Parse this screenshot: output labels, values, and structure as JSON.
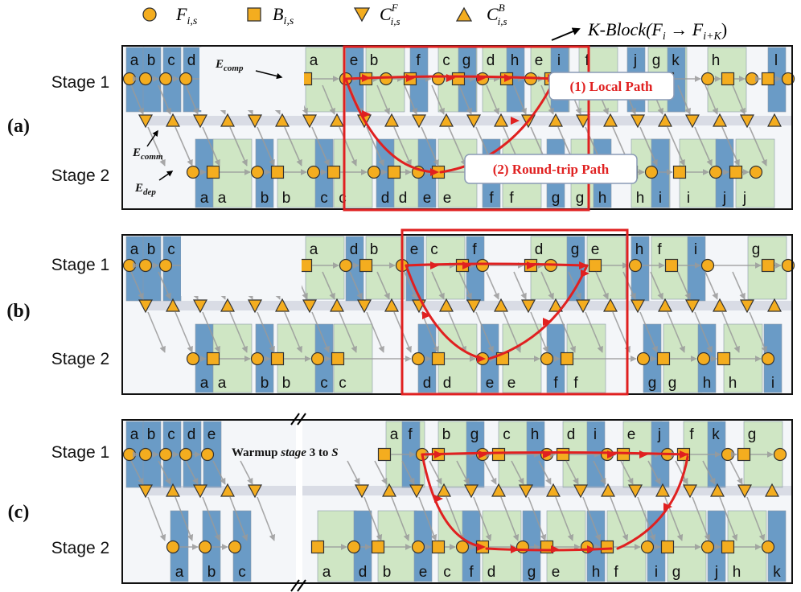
{
  "legend": {
    "forward_symbol": "F",
    "forward_sub": "i,s",
    "backward_symbol": "B",
    "backward_sub": "i,s",
    "comm_forward_symbol": "C",
    "comm_forward_sup": "F",
    "comm_forward_sub": "i,s",
    "comm_backward_symbol": "C",
    "comm_backward_sup": "B",
    "comm_backward_sub": "i,s",
    "kblock_label": "K-Block(F",
    "kblock_i": "i",
    "kblock_arrow": " → F",
    "kblock_ik": "i+K",
    "kblock_close": ")"
  },
  "colors": {
    "forward_block": "#6a9bc6",
    "backward_block": "#cfe6c4",
    "node_fill": "#f4ad1f",
    "path_red": "#e02020",
    "frame_red": "#e02020",
    "edge_gray": "#9a9a9a",
    "comm_band": "#a7abc0"
  },
  "stage_labels": {
    "stage1": "Stage 1",
    "stage2": "Stage 2"
  },
  "panels": [
    {
      "id": "a",
      "label": "(a)",
      "stage1_blocks": [
        "a",
        "b",
        "c",
        "d",
        "a",
        "e",
        "b",
        "f",
        "c",
        "g",
        "d",
        "h",
        "e",
        "i",
        "f",
        "j",
        "g",
        "k",
        "h",
        "l"
      ],
      "stage2_blocks": [
        "a",
        "a",
        "b",
        "b",
        "c",
        "c",
        "d",
        "d",
        "e",
        "e",
        "f",
        "f",
        "g",
        "g",
        "h",
        "h",
        "i",
        "i",
        "j",
        "j"
      ],
      "annotations": {
        "e_comp": "E",
        "e_comp_sub": "comp",
        "e_comm": "E",
        "e_comm_sub": "comm",
        "e_dep": "E",
        "e_dep_sub": "dep",
        "local_path": "(1) Local Path",
        "round_trip_path": "(2) Round-trip Path"
      }
    },
    {
      "id": "b",
      "label": "(b)",
      "stage1_blocks": [
        "a",
        "b",
        "c",
        "a",
        "d",
        "b",
        "e",
        "c",
        "f",
        "d",
        "g",
        "e",
        "h",
        "f",
        "i",
        "g"
      ],
      "stage2_blocks": [
        "a",
        "a",
        "b",
        "b",
        "c",
        "c",
        "d",
        "d",
        "e",
        "e",
        "f",
        "f",
        "g",
        "g",
        "h",
        "h",
        "i"
      ]
    },
    {
      "id": "c",
      "label": "(c)",
      "stage1_blocks": [
        "a",
        "b",
        "c",
        "d",
        "e",
        "a",
        "f",
        "b",
        "g",
        "c",
        "h",
        "d",
        "i",
        "e",
        "j",
        "f",
        "k",
        "g"
      ],
      "stage2_blocks": [
        "a",
        "b",
        "c",
        "a",
        "d",
        "b",
        "e",
        "c",
        "f",
        "d",
        "g",
        "e",
        "h",
        "f",
        "i",
        "g",
        "j",
        "h",
        "k"
      ],
      "warmup_text_1": "Warmup ",
      "warmup_text_2": "stage",
      "warmup_text_3": " 3 to ",
      "warmup_text_4": "S"
    }
  ]
}
